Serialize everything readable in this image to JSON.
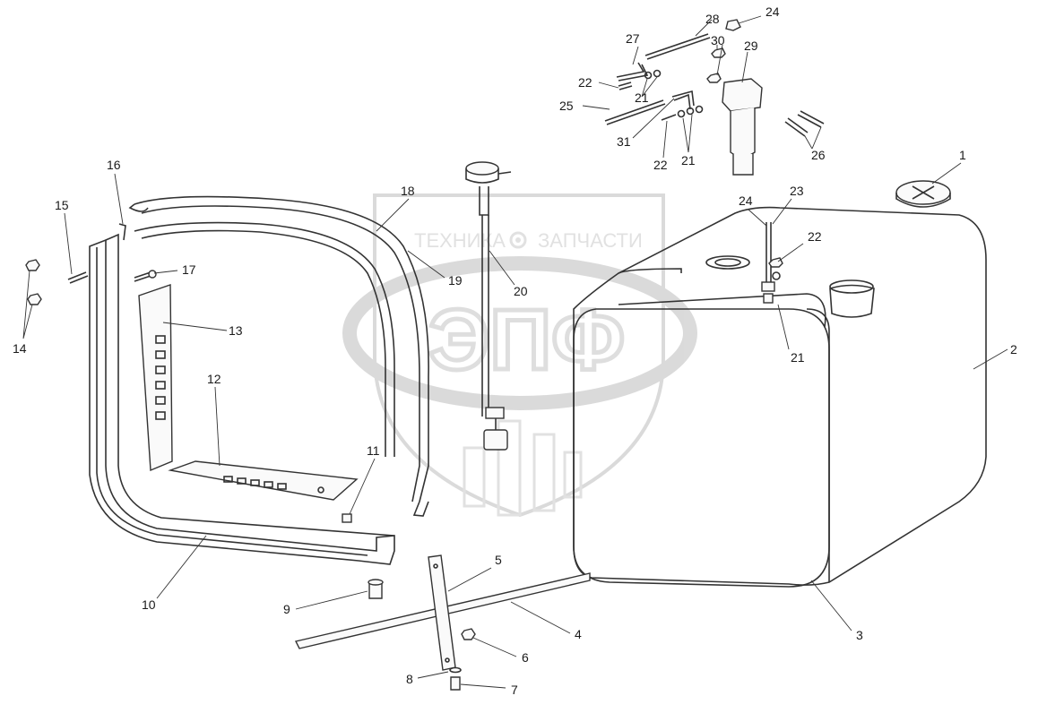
{
  "watermark": {
    "top_left": "ТЕХНИКА",
    "top_right": "ЗАПЧАСТИ",
    "letters": "ЭПФ",
    "gear_icon": "gear-icon"
  },
  "callouts": [
    "1",
    "2",
    "3",
    "4",
    "5",
    "6",
    "7",
    "8",
    "9",
    "10",
    "11",
    "12",
    "13",
    "14",
    "15",
    "16",
    "17",
    "18",
    "19",
    "20",
    "21",
    "21",
    "21",
    "22",
    "22",
    "22",
    "23",
    "24",
    "24",
    "25",
    "26",
    "27",
    "28",
    "29",
    "30",
    "31"
  ]
}
